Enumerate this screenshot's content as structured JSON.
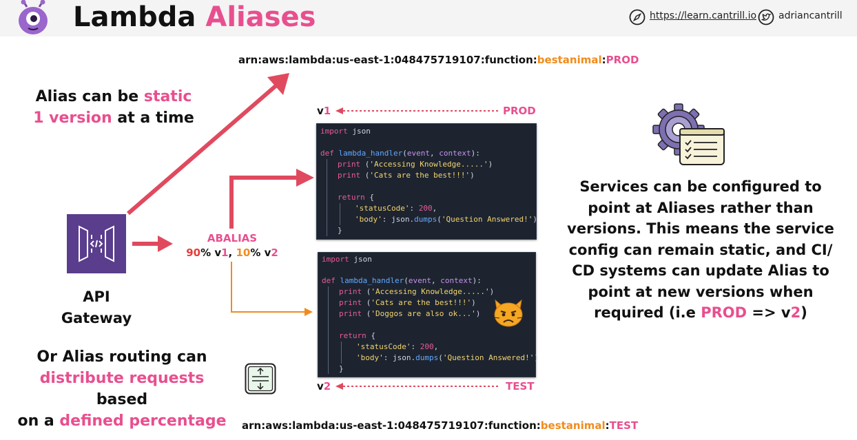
{
  "header": {
    "title_part1": "Lambda",
    "title_part2": "Aliases",
    "link_url": "https://learn.cantrill.io",
    "link_handle": "adriancantrill"
  },
  "arn_top": {
    "prefix": "arn:aws:lambda:us-east-1:048475719107:function:",
    "function": "bestanimal",
    "sep": ":",
    "alias": "PROD"
  },
  "arn_bottom": {
    "prefix": "arn:aws:lambda:us-east-1:048475719107:function:",
    "function": "bestanimal",
    "sep": ":",
    "alias": "TEST"
  },
  "static_note": {
    "l1a": "Alias can be ",
    "l1b": "static",
    "l2a": "1 version",
    "l2b": " at a time"
  },
  "routing_note": {
    "l1": "Or Alias routing can",
    "l2a": "distribute requests",
    "l2b": " based",
    "l3a": "on a ",
    "l3b": "defined percentage"
  },
  "api_gateway": {
    "line1": "API",
    "line2": "Gateway"
  },
  "alias": {
    "name": "ABALIAS",
    "p1": "90",
    "pct": "%",
    "v1_prefix": " v",
    "v1_num": "1",
    "comma": ", ",
    "p2": "10",
    "v2_prefix": " v",
    "v2_num": "2"
  },
  "version1": {
    "v": "v",
    "num": "1",
    "target": "PROD"
  },
  "version2": {
    "v": "v",
    "num": "2",
    "target": "TEST"
  },
  "code1": {
    "l1a": "import",
    "l1b": " json",
    "l2a": "def ",
    "l2b": "lambda_handler",
    "l2c": "(",
    "l2d": "event",
    "l2e": ", ",
    "l2f": "context",
    "l2g": "):",
    "l3a": "print",
    "l3b": " (",
    "l3c": "'Accessing Knowledge.....'",
    "l3d": ")",
    "l4a": "print",
    "l4b": " (",
    "l4c": "'Cats are the best!!!'",
    "l4d": ")",
    "l5a": "return",
    "l5b": " {",
    "l6a": "'statusCode'",
    "l6b": ": ",
    "l6c": "200",
    "l6d": ",",
    "l7a": "'body'",
    "l7b": ": json.",
    "l7c": "dumps",
    "l7d": "(",
    "l7e": "'Question Answered!'",
    "l7f": ")",
    "l8": "}"
  },
  "code2": {
    "l1a": "import",
    "l1b": " json",
    "l2a": "def ",
    "l2b": "lambda_handler",
    "l2c": "(",
    "l2d": "event",
    "l2e": ", ",
    "l2f": "context",
    "l2g": "):",
    "l3a": "print",
    "l3b": " (",
    "l3c": "'Accessing Knowledge.....'",
    "l3d": ")",
    "l4a": "print",
    "l4b": " (",
    "l4c": "'Cats are the best!!!'",
    "l4d": ")",
    "l5a": "print",
    "l5b": " (",
    "l5c": "'Doggos are also ok...'",
    "l5d": ")",
    "l6a": "return",
    "l6b": " {",
    "l7a": "'statusCode'",
    "l7b": ": ",
    "l7c": "200",
    "l7d": ",",
    "l8a": "'body'",
    "l8b": ": json.",
    "l8c": "dumps",
    "l8d": "(",
    "l8e": "'Question Answered!'",
    "l8f": ")",
    "l9": "}"
  },
  "services_note": {
    "l1": "Services can be configured to",
    "l2": "point at Aliases rather than",
    "l3": "versions. This means the service",
    "l4": "config can remain static, and CI/",
    "l5": "CD systems can update Alias to",
    "l6": "point at new versions when",
    "l7a": "required (i.e ",
    "l7b": "PROD",
    "l7c": " => v",
    "l7d": "2",
    "l7e": ")"
  },
  "colors": {
    "pink": "#e84f8f",
    "orange": "#f08c1e",
    "red_arrow": "#e04a5f",
    "gateway": "#5a3d8c",
    "code_bg": "#1d2430"
  },
  "icons": [
    "mascot-icon",
    "compass-icon",
    "twitter-icon",
    "api-gateway-icon",
    "gear-checklist-icon",
    "cat-emoji-icon",
    "split-arrows-icon"
  ]
}
